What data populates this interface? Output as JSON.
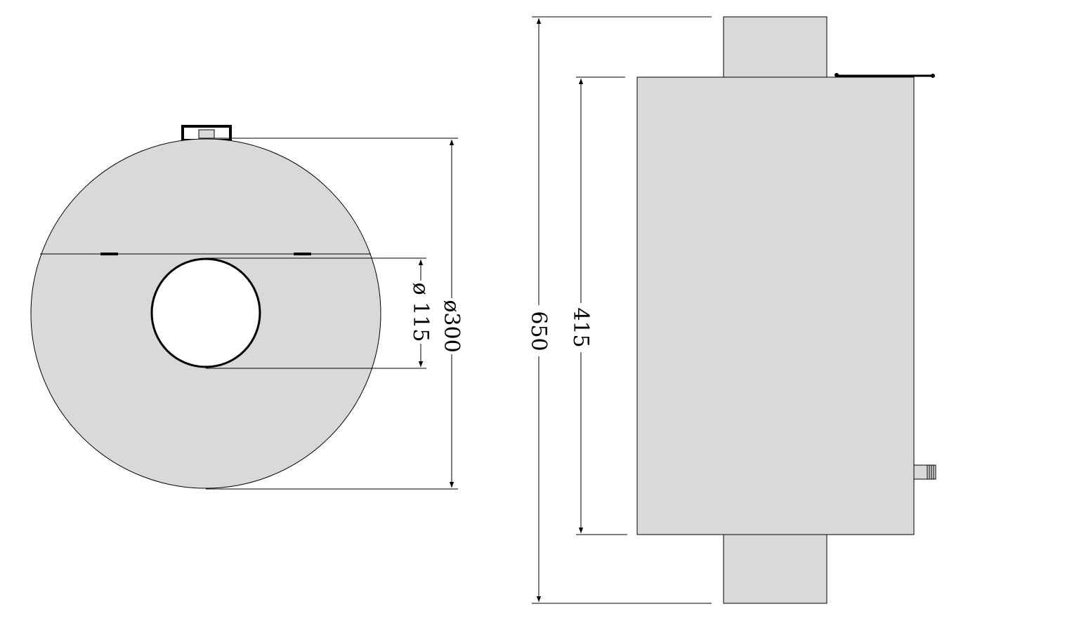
{
  "colors": {
    "fill": "#d9d9d9",
    "stroke": "#000000",
    "background": "#ffffff"
  },
  "top_view": {
    "outer_diameter_label": "ø300",
    "inner_diameter_label": "ø 115"
  },
  "side_view": {
    "overall_height_label": "650",
    "body_height_label": "415"
  }
}
